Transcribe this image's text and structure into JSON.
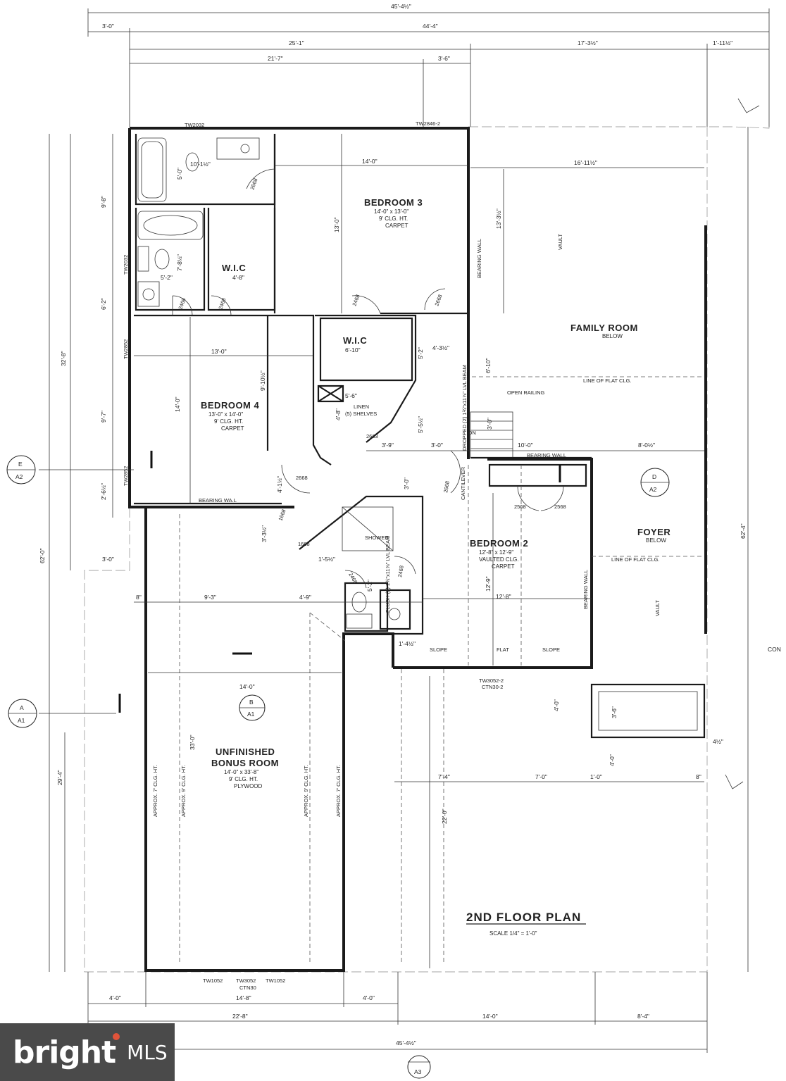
{
  "plan": {
    "title": "2ND FLOOR PLAN",
    "scale": "SCALE 1/4\" = 1'-0\"",
    "rooms": [
      {
        "name": "BEDROOM 3",
        "size": "14'-0\" x 13'-0\"",
        "ceiling": "9' CLG. HT.",
        "floor": "CARPET"
      },
      {
        "name": "BEDROOM 4",
        "size": "13'-0\" x 14'-0\"",
        "ceiling": "9' CLG. HT.",
        "floor": "CARPET"
      },
      {
        "name": "BEDROOM 2",
        "size": "12'-8\" x 12'-9\"",
        "ceiling": "VAULTED CLG.",
        "floor": "CARPET"
      },
      {
        "name": "FAMILY ROOM",
        "note": "BELOW"
      },
      {
        "name": "FOYER",
        "note": "BELOW"
      },
      {
        "name": "UNFINISHED",
        "name2": "BONUS ROOM",
        "size": "14'-0\" x 33'-8\"",
        "ceiling": "9' CLG. HT.",
        "floor": "PLYWOOD"
      }
    ],
    "closets": {
      "wic1": "W.I.C",
      "wic1_dim": "4'-8\"",
      "wic2": "W.I.C",
      "wic2_dim": "6'-10\"",
      "linen": "LINEN",
      "linen_note": "(5) SHELVES"
    },
    "notes": {
      "bearing_wall": "BEARING WALL",
      "bearing_wall_2": "BEARING WA.L",
      "open_railing": "OPEN RAILING",
      "line_flat_clg": "LINE OF FLAT CLG.",
      "line_flat_clg_2": "LINE OF FLAT CLG.",
      "vault": "VAULT",
      "dropped_beam": "DROPPED (2) 1¾\"x11⅞\" LVL BEAM",
      "flush_beam": "FLUSH (2) 1¾\"x11⅞\" LVL BEAM",
      "slope": "SLOPE",
      "flat": "FLAT",
      "shower": "SHOWER",
      "cantilever": "CANTILEVER",
      "dn": "DN",
      "approx7": "APPROX. 7' CLG. HT.",
      "approx9": "APPROX. 9' CLG. HT.",
      "con": "CON"
    },
    "windows": {
      "tw2032_top": "TW2032",
      "tw2846": "TW2846-2",
      "tw2032_side": "TW2032",
      "tw2852_a": "TW2852",
      "tw2852_b": "TW2852",
      "tw3052": "TW3052-2",
      "ctn30_2": "CTN30-2",
      "tw1052_a": "TW1052",
      "tw3052_b": "TW3052",
      "tw1052_b": "TW1052",
      "ctn30": "CTN30"
    },
    "doors": {
      "d2668_a": "2668",
      "d2468_a": "2468",
      "d2468_b": "2468",
      "d2468_c": "2468",
      "d2668_b": "2668",
      "d2663": "2663",
      "d2668_c": "2668",
      "d1668_a": "1668",
      "d1668_b": "1668",
      "d2468_d": "2468",
      "d2668_d": "2668",
      "d2468_e": "2468",
      "d2568_a": "2568",
      "d2568_b": "2568"
    },
    "dims_top": {
      "overall": "45'-4½\"",
      "left": "3'-0\"",
      "mid": "44'-4\"",
      "a": "25'-1\"",
      "b": "17'-3½\"",
      "c": "1'-11½\"",
      "d": "21'-7\"",
      "e": "3'-6\""
    },
    "dims_bottom": {
      "a": "4'-0\"",
      "b": "14'-8\"",
      "c": "4'-0\"",
      "d": "22'-8\"",
      "e": "14'-0\"",
      "f": "8'-4\"",
      "overall": "45'-4½\""
    },
    "dims_left": {
      "a": "9'-8\"",
      "b": "6'-2\"",
      "c": "9'-7\"",
      "d": "2'-6½\"",
      "e": "32'-8\"",
      "f": "62'-0\"",
      "g": "29'-4\"",
      "h": "3'-0\""
    },
    "dims_right": {
      "a": "62'-4\""
    },
    "dims_inner": {
      "br3_w": "14'-0\"",
      "br3_h": "13'-0\"",
      "fam_w": "16'-11½\"",
      "fam_h": "13'-3½\"",
      "bath1_w": "10'-1½\"",
      "bath1_h": "5'-0\"",
      "bath2_w": "5'-2\"",
      "bath2_h": "7'-8½\"",
      "br4_w": "13'-0\"",
      "br4_h": "14'-0\"",
      "br4_h2": "9'-10½\"",
      "hall_a": "5'-2\"",
      "hall_b": "4'-3½\"",
      "hall_c": "6'-10\"",
      "linen_w": "5'-6\"",
      "linen_h": "4'-8\"",
      "hall_d": "5'-5½\"",
      "hall_e": "3'-9\"",
      "hall_f": "3'-0\"",
      "hall_g": "3'-0\"",
      "stair_a": "10'-0\"",
      "fam_b": "8'-0½\"",
      "hall_h": "4'-1½\"",
      "hall_i": "3'-3½\"",
      "hall_j": "3'-0\"",
      "bath3_a": "1'-5½\"",
      "bath3_b": "5'-2\"",
      "bonus_a": "8\"",
      "bonus_b": "9'-3\"",
      "bonus_c": "4'-9\"",
      "br2_w": "12'-8\"",
      "br2_h": "12'-9\"",
      "slope_a": "1'-4½\"",
      "bonus_w": "14'-0\"",
      "bonus_h": "33'-0\"",
      "porch_a": "4'-0\"",
      "porch_b": "3'-6\"",
      "porch_c": "4'-0\"",
      "porch_d": "4½\"",
      "porch_e": "8\"",
      "low_a": "7'-4\"",
      "low_b": "7'-0\"",
      "low_c": "1'-0\"",
      "low_d": "22'-0\""
    },
    "markers": [
      {
        "letter": "E",
        "sheet": "A2"
      },
      {
        "letter": "D",
        "sheet": "A2"
      },
      {
        "letter": "A",
        "sheet": "A1"
      },
      {
        "letter": "B",
        "sheet": "A1"
      },
      {
        "letter": "A3",
        "sheet": ""
      }
    ]
  },
  "logo": {
    "brand": "bright",
    "suffix": "MLS",
    "dot_color": "#e0533a",
    "bg_color": "#4a4a4a"
  }
}
